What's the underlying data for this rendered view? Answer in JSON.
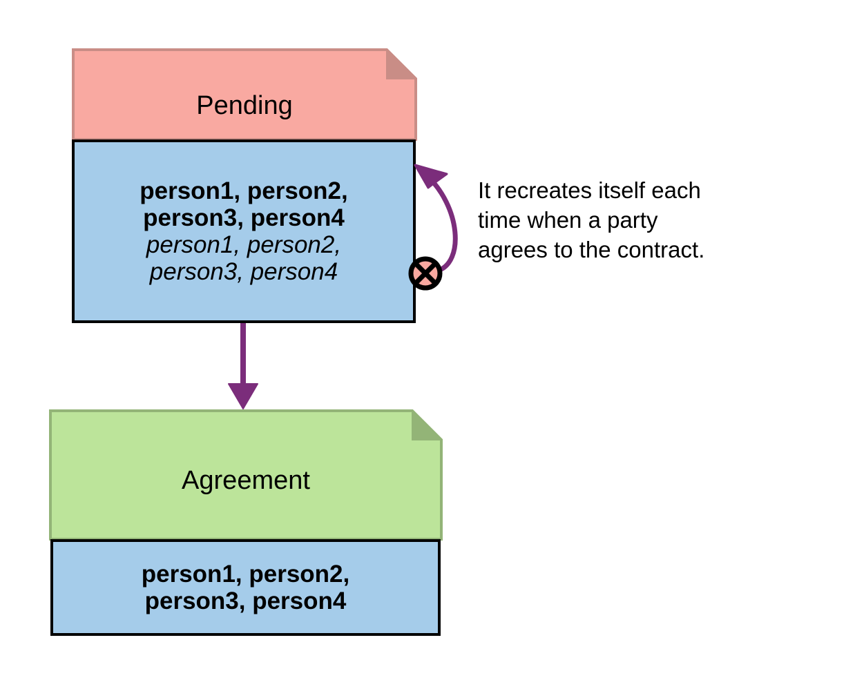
{
  "diagram": {
    "type": "uml-object-diagram",
    "background": "#ffffff"
  },
  "colors": {
    "pending_header_fill": "#f9a9a1",
    "pending_header_edge": "#c98d86",
    "agreement_header_fill": "#bce49a",
    "agreement_header_edge": "#93b477",
    "members_fill": "#a5ccea",
    "border": "#000000",
    "edge_purple": "#7b2d7b",
    "marker_fill": "#f9a9a1",
    "text": "#000000"
  },
  "nodes": [
    {
      "id": "pending",
      "name": "pending-node",
      "title": "Pending",
      "header_fill": "#f9a9a1",
      "members": [
        {
          "text": "person1, person2,",
          "style": "bold"
        },
        {
          "text": "person3, person4",
          "style": "bold"
        },
        {
          "text": "person1, person2,",
          "style": "italic"
        },
        {
          "text": "person3, person4",
          "style": "italic"
        }
      ]
    },
    {
      "id": "agreement",
      "name": "agreement-node",
      "title": "Agreement",
      "header_fill": "#bce49a",
      "members": [
        {
          "text": "person1, person2,",
          "style": "bold"
        },
        {
          "text": "person3, person4",
          "style": "bold"
        }
      ]
    }
  ],
  "edges": [
    {
      "id": "self-loop",
      "name": "self-loop-edge",
      "from": "pending",
      "to": "pending",
      "color": "#7b2d7b",
      "source_marker": "circle-x",
      "target_marker": "arrow"
    },
    {
      "id": "pending-to-agreement",
      "name": "pending-to-agreement-edge",
      "from": "pending",
      "to": "agreement",
      "color": "#7b2d7b",
      "source_marker": "none",
      "target_marker": "arrow"
    }
  ],
  "annotation": {
    "name": "self-loop-annotation",
    "text": "It recreates itself each\ntime when a party\nagrees to the contract."
  }
}
